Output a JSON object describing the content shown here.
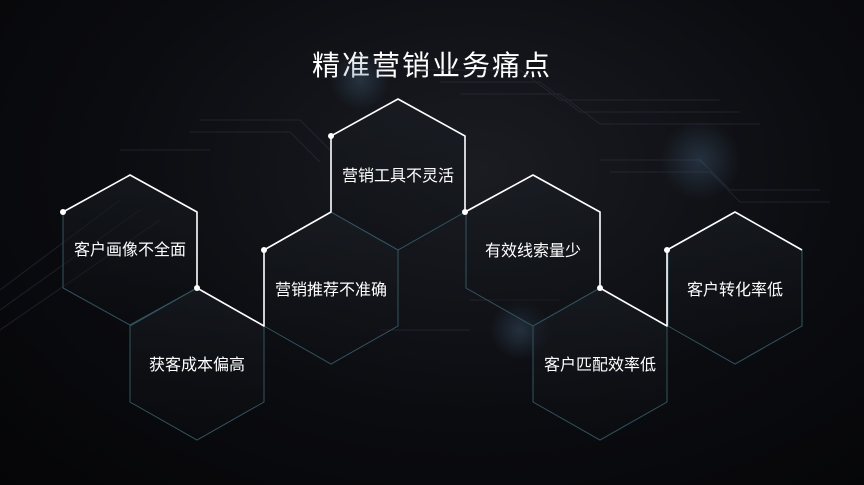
{
  "title": "精准营销业务痛点",
  "pain_points": [
    "客户画像不全面",
    "获客成本偏高",
    "营销推荐不准确",
    "营销工具不灵活",
    "有效线索量少",
    "客户匹配效率低",
    "客户转化率低"
  ],
  "colors": {
    "background": "#0b0c10",
    "text": "#ffffff",
    "line": "#ffffff",
    "hex_outline": "#3a6f7a"
  }
}
